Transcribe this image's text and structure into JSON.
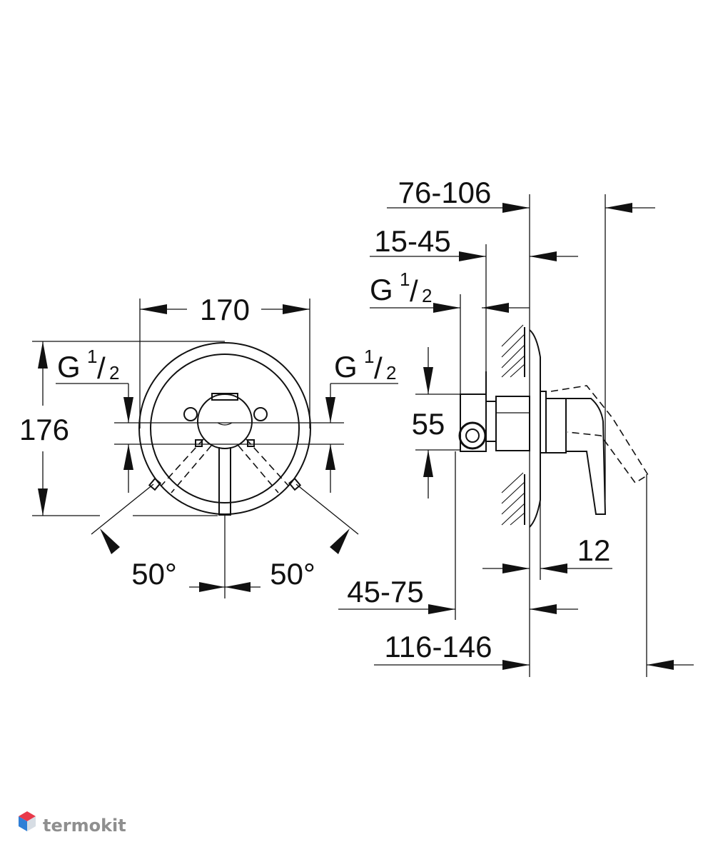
{
  "front_view": {
    "width": "170",
    "height": "176",
    "left_thread": {
      "letter": "G",
      "num": "1",
      "den": "2"
    },
    "right_thread": {
      "letter": "G",
      "num": "1",
      "den": "2"
    },
    "angle_left": "50°",
    "angle_right": "50°"
  },
  "side_view": {
    "dim_76_106": "76-106",
    "dim_15_45": "15-45",
    "thread": {
      "letter": "G",
      "num": "1",
      "den": "2"
    },
    "dim_55": "55",
    "dim_12": "12",
    "dim_45_75": "45-75",
    "dim_116_146": "116-146"
  },
  "watermark": {
    "text": "termokit",
    "colors": [
      "#e8394a",
      "#2f7fd6",
      "#d7dde4"
    ]
  }
}
